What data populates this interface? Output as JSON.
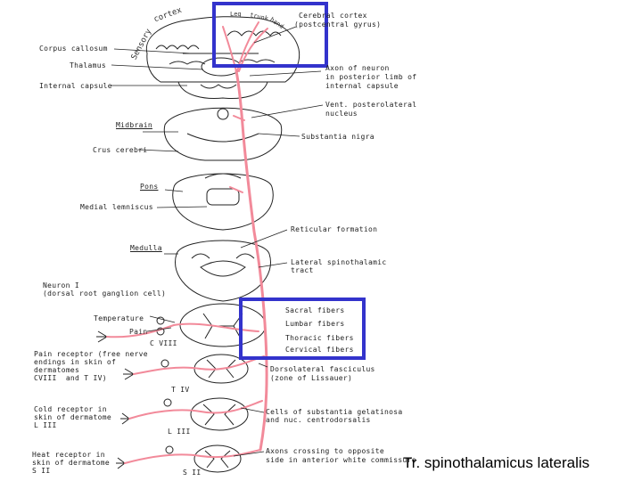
{
  "diagram": {
    "caption": "Tr. spinothalamicus lateralis",
    "cortex_text": {
      "sensory": "Sensory",
      "cortex": "cortex",
      "leg": "Leg",
      "trunk": "trunk",
      "hand": "hand"
    },
    "labels_left": {
      "corpus_callosum": "Corpus callosum",
      "thalamus": "Thalamus",
      "internal_capsule": "Internal capsule",
      "midbrain": "Midbrain",
      "crus_cerebri": "Crus cerebri",
      "pons": "Pons",
      "medial_lemniscus": "Medial lemniscus",
      "medulla": "Medulla",
      "neuron_1": "Neuron I",
      "neuron_1_sub": "(dorsal root ganglion cell)",
      "temperature": "Temperature",
      "pain": "Pain",
      "pain_receptor_1": "Pain receptor (free nerve",
      "pain_receptor_2": "endings in skin of",
      "pain_receptor_3": "dermatomes",
      "pain_receptor_4": "CVIII  and T IV)",
      "cold_receptor_1": "Cold receptor in",
      "cold_receptor_2": "skin of dermatome",
      "cold_receptor_3": "L III",
      "heat_receptor_1": "Heat receptor in",
      "heat_receptor_2": "skin of dermatome",
      "heat_receptor_3": "S II"
    },
    "labels_right": {
      "cerebral_cortex_1": "Cerebral cortex",
      "cerebral_cortex_2": "(postcentral gyrus)",
      "axon_1": "Axon of neuron",
      "axon_2": "in posterior limb of",
      "axon_3": "internal capsule",
      "vpl_1": "Vent. posterolateral",
      "vpl_2": "nucleus",
      "substantia_nigra": "Substantia nigra",
      "reticular_formation": "Reticular formation",
      "lateral_st_1": "Lateral spinothalamic",
      "lateral_st_2": "tract",
      "sacral": "Sacral fibers",
      "lumbar": "Lumbar fibers",
      "thoracic": "Thoracic fibers",
      "cervical": "Cervical fibers",
      "dorsolateral_1": "Dorsolateral fasciculus",
      "dorsolateral_2": "(zone of Lissauer)",
      "gelatinosa_1": "Cells of substantia gelatinosa",
      "gelatinosa_2": "and nuc. centrodorsalis",
      "axons_crossing_1": "Axons crossing to opposite",
      "axons_crossing_2": "side in anterior white commissure"
    },
    "segment_labels": {
      "c8": "C VIII",
      "t4": "T IV",
      "l3": "L III",
      "s2": "S II"
    },
    "colors": {
      "tract": "#f28a9a",
      "highlight": "#3333cc",
      "line": "#222222"
    }
  }
}
